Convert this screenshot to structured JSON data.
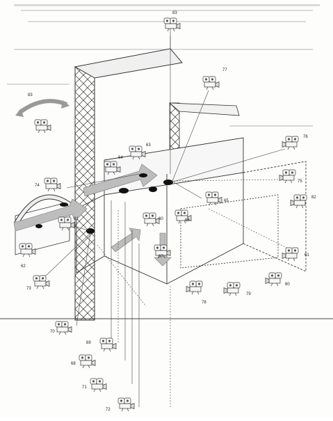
{
  "diagram": {
    "cameras": [
      {
        "id": "cam-83-top",
        "label": "83",
        "flip": false
      },
      {
        "id": "cam-77",
        "label": "77",
        "flip": false
      },
      {
        "id": "cam-83-left",
        "label": "83",
        "flip": false
      },
      {
        "id": "cam-63",
        "label": "63",
        "flip": false
      },
      {
        "id": "cam-64",
        "label": "64",
        "flip": false
      },
      {
        "id": "cam-76",
        "label": "76",
        "flip": true
      },
      {
        "id": "cam-75",
        "label": "75",
        "flip": true
      },
      {
        "id": "cam-74",
        "label": "74",
        "flip": false
      },
      {
        "id": "cam-65",
        "label": "65",
        "flip": false
      },
      {
        "id": "cam-82",
        "label": "82",
        "flip": true
      },
      {
        "id": "cam-81-left",
        "label": "81",
        "flip": false
      },
      {
        "id": "cam-60",
        "label": "60",
        "flip": false
      },
      {
        "id": "cam-66",
        "label": "66",
        "flip": false
      },
      {
        "id": "cam-62",
        "label": "62",
        "flip": false
      },
      {
        "id": "cam-67",
        "label": "67",
        "flip": false
      },
      {
        "id": "cam-61-right",
        "label": "61",
        "flip": true
      },
      {
        "id": "cam-73",
        "label": "73",
        "flip": false
      },
      {
        "id": "cam-80",
        "label": "80",
        "flip": true
      },
      {
        "id": "cam-78",
        "label": "78",
        "flip": true
      },
      {
        "id": "cam-79",
        "label": "79",
        "flip": true
      },
      {
        "id": "cam-70",
        "label": "70",
        "flip": false
      },
      {
        "id": "cam-69",
        "label": "69",
        "flip": false
      },
      {
        "id": "cam-68",
        "label": "68",
        "flip": false
      },
      {
        "id": "cam-71",
        "label": "71",
        "flip": false
      },
      {
        "id": "cam-72",
        "label": "72",
        "flip": false
      }
    ]
  }
}
